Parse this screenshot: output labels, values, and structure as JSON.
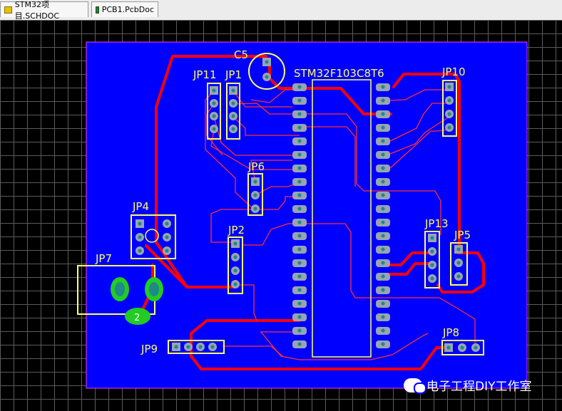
{
  "tabs": [
    {
      "label": "STM32项目.SCHDOC",
      "icon": "schematic-doc-icon"
    },
    {
      "label": "PCB1.PcbDoc",
      "icon": "pcb-doc-icon"
    }
  ],
  "components": {
    "c5": "C5",
    "mcu": "STM32F103C8T6",
    "jp11": "JP11",
    "jp1": "JP1",
    "jp10": "JP10",
    "jp6": "JP6",
    "jp4": "JP4",
    "jp2": "JP2",
    "jp13": "JP13",
    "jp5": "JP5",
    "jp7": "JP7",
    "jp8": "JP8",
    "jp9": "JP9",
    "jp7_pad_number": "2"
  },
  "watermark": "电子工程DIY工作室",
  "colors": {
    "board": "#0000ff",
    "trace": "#ff0000",
    "thin_trace": "#ff3030",
    "silkscreen": "#ffff66",
    "pad": "#9aa4b0",
    "pad_hole": "#1e8a8a",
    "jp7_pad": "#22cc22"
  }
}
